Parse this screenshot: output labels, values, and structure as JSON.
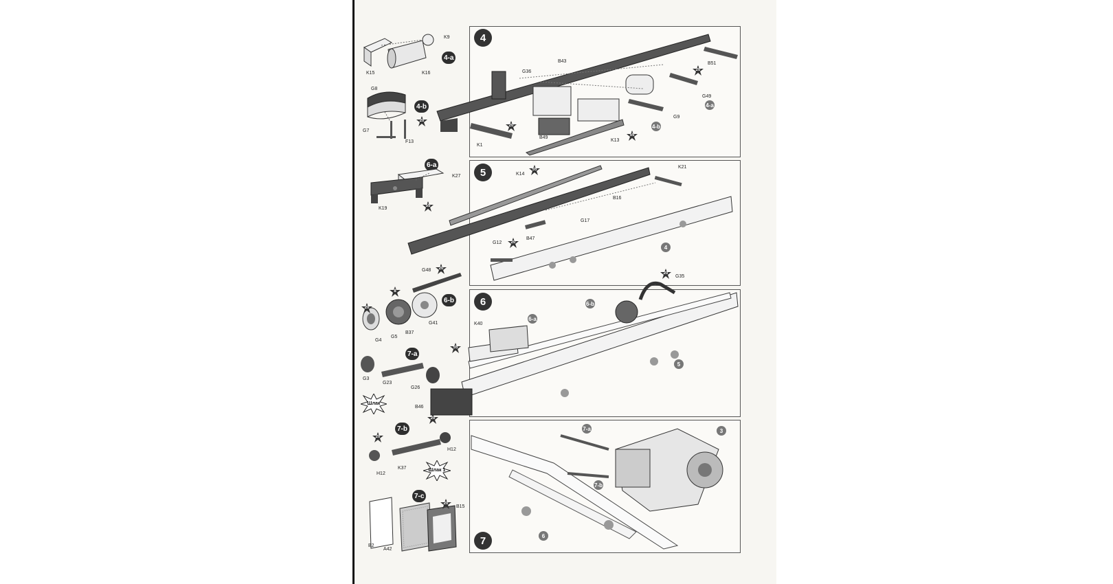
{
  "steps": {
    "s4": "4",
    "s5": "5",
    "s6": "6",
    "s7": "7"
  },
  "sub_steps": {
    "a4": "4-a",
    "b4": "4-b",
    "a6": "6-a",
    "b6": "6-b",
    "a7": "7-a",
    "b7": "7-b",
    "c7": "7-c"
  },
  "refs": {
    "r4a": "4-a",
    "r4b": "4-b",
    "r6a": "6-a",
    "r6b": "6-b",
    "r5": "5",
    "r4": "4",
    "r3": "3",
    "r7a": "7-a",
    "r7b": "7-b",
    "r6": "6"
  },
  "part_labels": {
    "k9": "K9",
    "k15": "K15",
    "k16": "K16",
    "g8": "G8",
    "g7": "G7",
    "f13": "F13",
    "k27": "K27",
    "k19": "K19",
    "g48": "G48",
    "g4": "G4",
    "g5": "G5",
    "b37": "B37",
    "g41": "G41",
    "g3": "G3",
    "g23": "G23",
    "g26": "G26",
    "b46": "B46",
    "h12a": "H12",
    "h12b": "H12",
    "k37": "K37",
    "b2": "B2",
    "a42": "A42",
    "b15": "B15",
    "g36": "G36",
    "b43": "B43",
    "b51": "B51",
    "g49": "G49",
    "g9": "G9",
    "b49": "B49",
    "k1": "K1",
    "k13": "K13",
    "k14": "K14",
    "k21": "K21",
    "b16": "B16",
    "g17": "G17",
    "g12": "G12",
    "b47": "B47",
    "g35": "G35",
    "k40": "K40"
  },
  "paint_codes": {
    "p1": "20",
    "p2": "20",
    "p3": "55",
    "p4": "55",
    "p5": "20",
    "p6": "55",
    "p7": "20",
    "p8": "20",
    "p9": "20",
    "p10": "8",
    "p11": "20",
    "p12": "55",
    "p13": "20",
    "p14": "20",
    "p15": "20"
  },
  "bursts": {
    "w1": "Шлак",
    "w2": "Шлак 1"
  }
}
